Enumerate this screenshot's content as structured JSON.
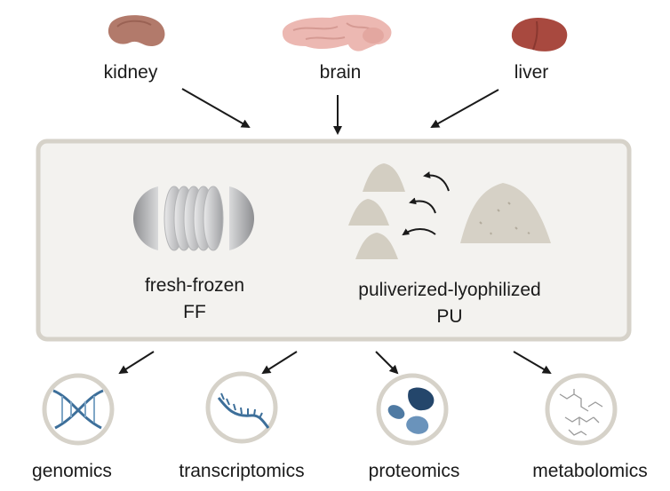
{
  "organs": [
    {
      "name": "kidney"
    },
    {
      "name": "brain"
    },
    {
      "name": "liver"
    }
  ],
  "methods": [
    {
      "name": "fresh-frozen",
      "abbr": "FF"
    },
    {
      "name": "puliverized-lyophilized",
      "abbr": "PU"
    }
  ],
  "omics": [
    {
      "name": "genomics"
    },
    {
      "name": "transcriptomics"
    },
    {
      "name": "proteomics"
    },
    {
      "name": "metabolomics"
    }
  ],
  "colors": {
    "box_fill": "#f3f2ef",
    "box_border": "#d6d2c9",
    "circle_border": "#d6d2c9",
    "kidney": "#b27a6b",
    "brain": "#ecb8b2",
    "liver": "#a8493f",
    "dna": "#3d6f9a",
    "protein": "#3b6b94",
    "powder": "#cfc9bd"
  }
}
